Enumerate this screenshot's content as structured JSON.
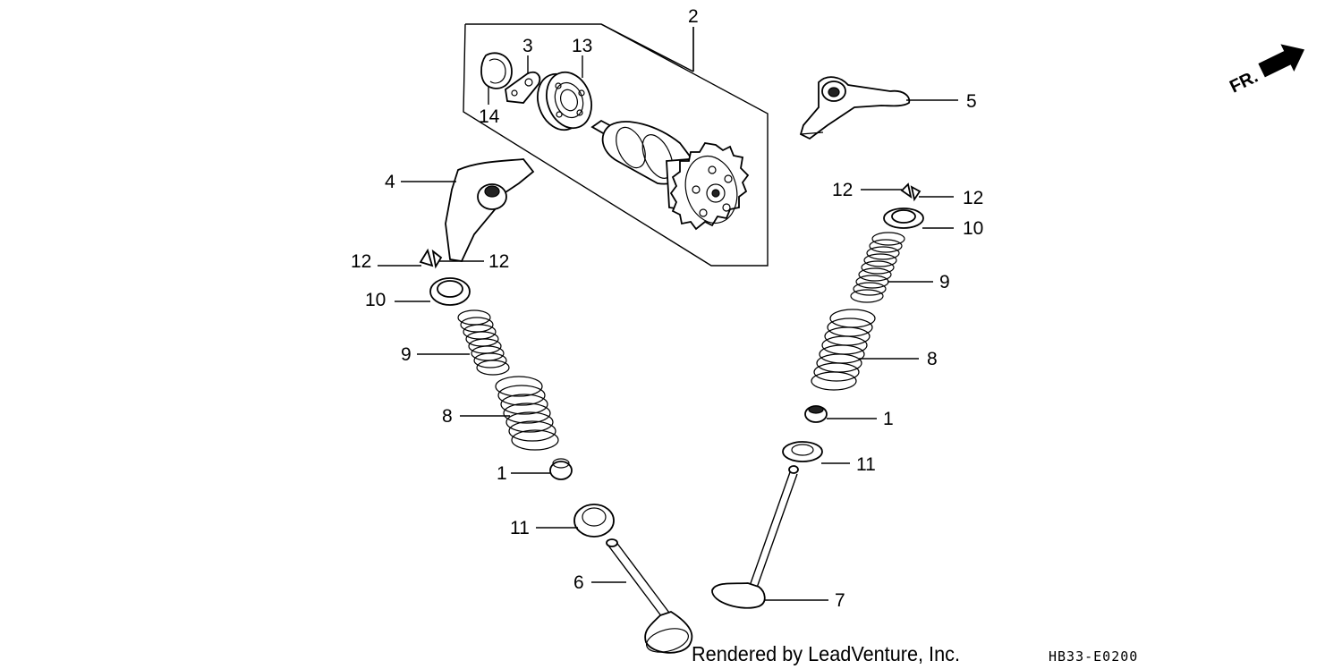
{
  "callouts": {
    "c2": "2",
    "c3": "3",
    "c13": "13",
    "c14": "14",
    "c5": "5",
    "c4": "4",
    "c12_ll": "12",
    "c12_lr": "12",
    "c10_l": "10",
    "c9_l": "9",
    "c8_l": "8",
    "c1_l": "1",
    "c11_l": "11",
    "c6": "6",
    "c12_rl": "12",
    "c12_rr": "12",
    "c10_r": "10",
    "c9_r": "9",
    "c8_r": "8",
    "c1_r": "1",
    "c11_r": "11",
    "c7": "7"
  },
  "direction_label": "FR.",
  "footer": {
    "rendered_by": "Rendered by LeadVenture, Inc.",
    "diagram_code": "HB33-E0200"
  }
}
